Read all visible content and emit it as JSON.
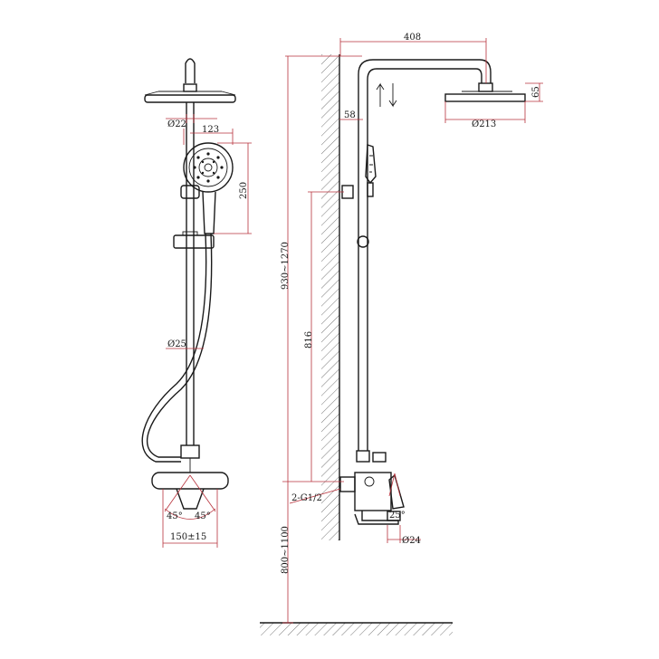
{
  "dimensions": {
    "front": {
      "pipe_diameter": "Ø22",
      "handshower_width": "123",
      "handshower_height": "250",
      "rail_diameter": "Ø25",
      "angle_left": "45°",
      "angle_right": "45°",
      "center_spacing": "150±15"
    },
    "side": {
      "arm_length": "408",
      "head_height": "65",
      "head_diameter": "Ø213",
      "wall_offset": "58",
      "total_height_range": "930~1270",
      "holder_height": "816",
      "inlet_thread": "2-G1/2",
      "spout_angle": "25°",
      "spout_diameter": "Ø24",
      "floor_height_range": "800~1100"
    }
  },
  "colors": {
    "line": "#1a1a1a",
    "dimension": "#b8323c",
    "background": "#ffffff"
  }
}
